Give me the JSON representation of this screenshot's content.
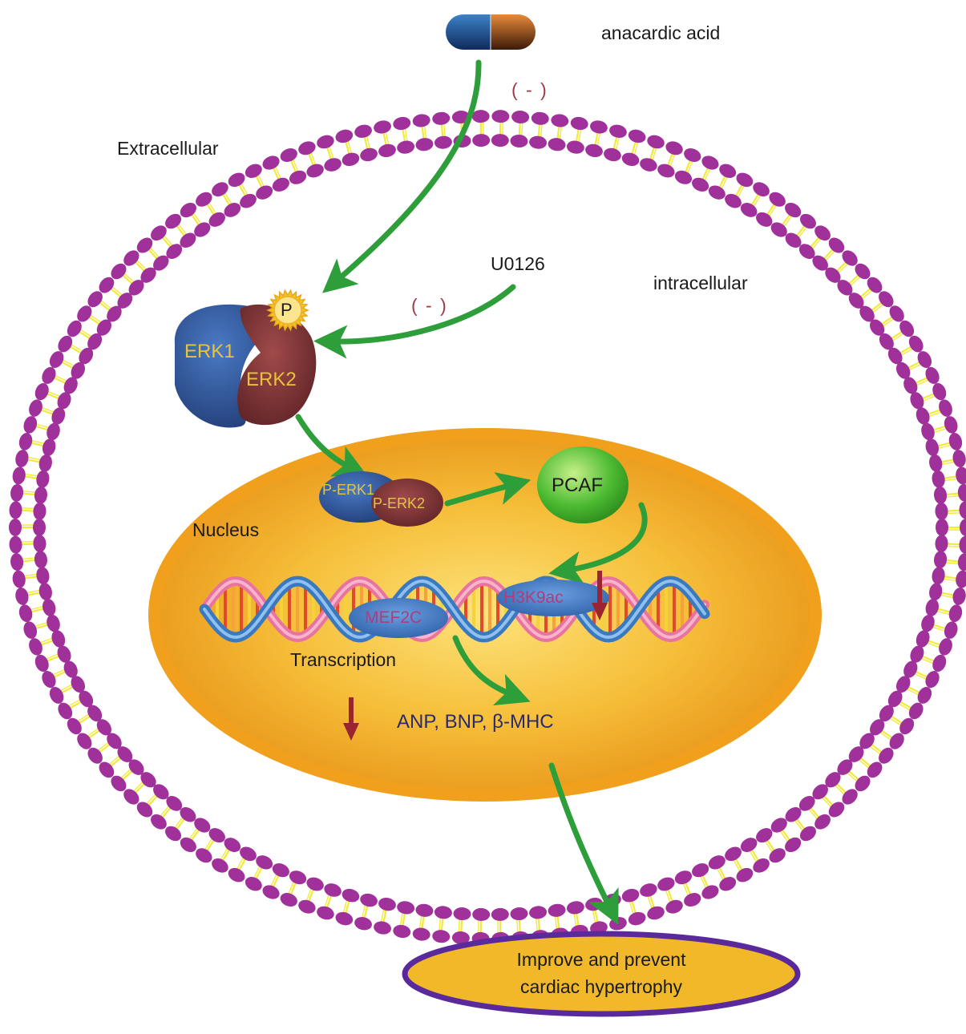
{
  "drug": {
    "name": "anacardic acid",
    "effect": "( - )"
  },
  "inhibitor": {
    "name": "U0126",
    "effect": "( - )"
  },
  "regions": {
    "extracellular": "Extracellular",
    "intracellular": "intracellular",
    "nucleus": "Nucleus"
  },
  "kinases": {
    "erk1": "ERK1",
    "erk2": "ERK2",
    "phospho": "P",
    "p_erk1": "P-ERK1",
    "p_erk2": "P-ERK2"
  },
  "factors": {
    "pcaf": "PCAF",
    "h3k9ac": "H3K9ac",
    "mef2c": "MEF2C"
  },
  "transcription": "Transcription",
  "genes": "ANP,  BNP,  β-MHC",
  "outcome": {
    "line1": "Improve and prevent",
    "line2": "cardiac hypertrophy"
  },
  "colors": {
    "arrow": "#2e9e3a",
    "down_arrow": "#9a2530",
    "membrane_head": "#a0309a",
    "membrane_tail": "#f2ea3a",
    "nucleus": "#f2a21c",
    "outcome_border": "#5a2a9c",
    "outcome_fill": "#f1b82a"
  },
  "icons": [
    "capsule-icon",
    "phosphate-icon",
    "down-arrow-icon"
  ]
}
